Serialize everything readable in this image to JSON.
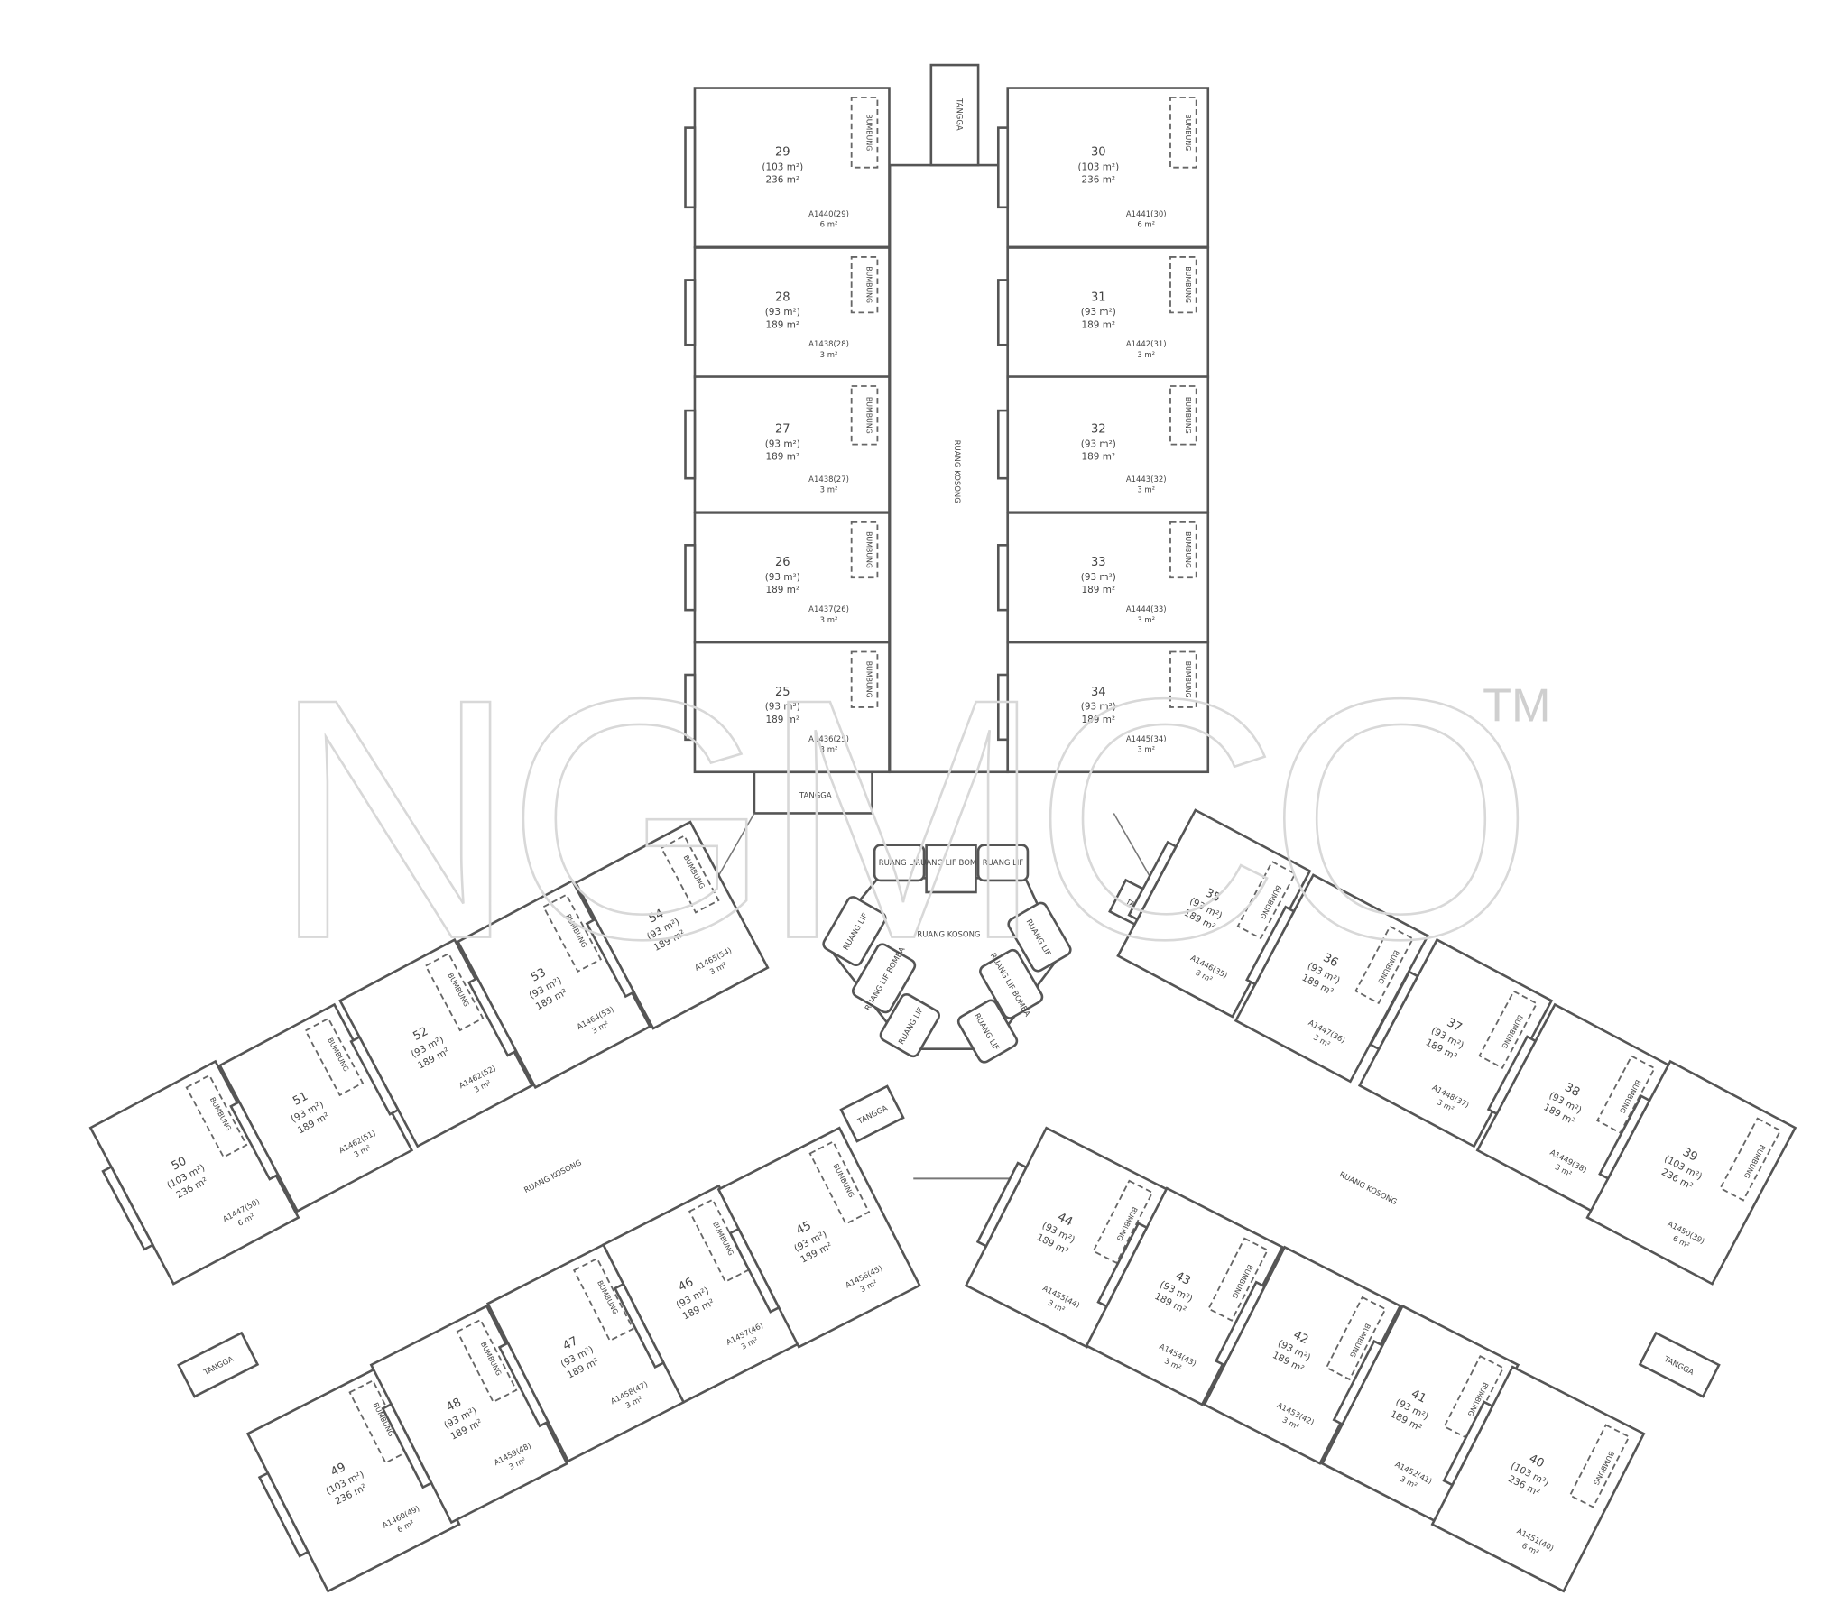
{
  "watermark": {
    "text": "NGMCO",
    "tm": "TM"
  },
  "labels": {
    "stair": "TANGGA",
    "corridor": "RUANG KOSONG",
    "lift": "RUANG LIF",
    "fire_lift": "RUANG LIF BOMBA",
    "roof": "BUMBUNG"
  },
  "groups": {
    "tower_left": [
      {
        "no": "29",
        "area": "(103 m²)",
        "sub": "236 m²",
        "acc": "A1440(29)",
        "acc_area": "6 m²"
      },
      {
        "no": "28",
        "area": "(93 m²)",
        "sub": "189 m²",
        "acc": "A1438(28)",
        "acc_area": "3 m²"
      },
      {
        "no": "27",
        "area": "(93 m²)",
        "sub": "189 m²",
        "acc": "A1438(27)",
        "acc_area": "3 m²"
      },
      {
        "no": "26",
        "area": "(93 m²)",
        "sub": "189 m²",
        "acc": "A1437(26)",
        "acc_area": "3 m²"
      },
      {
        "no": "25",
        "area": "(93 m²)",
        "sub": "189 m²",
        "acc": "A1436(25)",
        "acc_area": "3 m²"
      }
    ],
    "tower_right": [
      {
        "no": "30",
        "area": "(103 m²)",
        "sub": "236 m²",
        "acc": "A1441(30)",
        "acc_area": "6 m²"
      },
      {
        "no": "31",
        "area": "(93 m²)",
        "sub": "189 m²",
        "acc": "A1442(31)",
        "acc_area": "3 m²"
      },
      {
        "no": "32",
        "area": "(93 m²)",
        "sub": "189 m²",
        "acc": "A1443(32)",
        "acc_area": "3 m²"
      },
      {
        "no": "33",
        "area": "(93 m²)",
        "sub": "189 m²",
        "acc": "A1444(33)",
        "acc_area": "3 m²"
      },
      {
        "no": "34",
        "area": "(93 m²)",
        "sub": "189 m²",
        "acc": "A1445(34)",
        "acc_area": "3 m²"
      }
    ],
    "wing_left_upper": [
      {
        "no": "50",
        "area": "(103 m²)",
        "sub": "236 m²",
        "acc": "A1447(50)",
        "acc_area": "6 m²"
      },
      {
        "no": "51",
        "area": "(93 m²)",
        "sub": "189 m²",
        "acc": "A1462(51)",
        "acc_area": "3 m²"
      },
      {
        "no": "52",
        "area": "(93 m²)",
        "sub": "189 m²",
        "acc": "A1462(52)",
        "acc_area": "3 m²"
      },
      {
        "no": "53",
        "area": "(93 m²)",
        "sub": "189 m²",
        "acc": "A1464(53)",
        "acc_area": "3 m²"
      },
      {
        "no": "54",
        "area": "(93 m²)",
        "sub": "189 m²",
        "acc": "A1465(54)",
        "acc_area": "3 m²"
      }
    ],
    "wing_left_lower": [
      {
        "no": "49",
        "area": "(103 m²)",
        "sub": "236 m²",
        "acc": "A1460(49)",
        "acc_area": "6 m²"
      },
      {
        "no": "48",
        "area": "(93 m²)",
        "sub": "189 m²",
        "acc": "A1459(48)",
        "acc_area": "3 m²"
      },
      {
        "no": "47",
        "area": "(93 m²)",
        "sub": "189 m²",
        "acc": "A1458(47)",
        "acc_area": "3 m²"
      },
      {
        "no": "46",
        "area": "(93 m²)",
        "sub": "189 m²",
        "acc": "A1457(46)",
        "acc_area": "3 m²"
      },
      {
        "no": "45",
        "area": "(93 m²)",
        "sub": "189 m²",
        "acc": "A1456(45)",
        "acc_area": "3 m²"
      }
    ],
    "wing_right_upper": [
      {
        "no": "35",
        "area": "(93 m²)",
        "sub": "189 m²",
        "acc": "A1446(35)",
        "acc_area": "3 m²"
      },
      {
        "no": "36",
        "area": "(93 m²)",
        "sub": "189 m²",
        "acc": "A1447(36)",
        "acc_area": "3 m²"
      },
      {
        "no": "37",
        "area": "(93 m²)",
        "sub": "189 m²",
        "acc": "A1448(37)",
        "acc_area": "3 m²"
      },
      {
        "no": "38",
        "area": "(93 m²)",
        "sub": "189 m²",
        "acc": "A1449(38)",
        "acc_area": "3 m²"
      },
      {
        "no": "39",
        "area": "(103 m²)",
        "sub": "236 m²",
        "acc": "A1450(39)",
        "acc_area": "6 m²"
      }
    ],
    "wing_right_lower": [
      {
        "no": "44",
        "area": "(93 m²)",
        "sub": "189 m²",
        "acc": "A1455(44)",
        "acc_area": "3 m²"
      },
      {
        "no": "43",
        "area": "(93 m²)",
        "sub": "189 m²",
        "acc": "A1454(43)",
        "acc_area": "3 m²"
      },
      {
        "no": "42",
        "area": "(93 m²)",
        "sub": "189 m²",
        "acc": "A1453(42)",
        "acc_area": "3 m²"
      },
      {
        "no": "41",
        "area": "(93 m²)",
        "sub": "189 m²",
        "acc": "A1452(41)",
        "acc_area": "3 m²"
      },
      {
        "no": "40",
        "area": "(103 m²)",
        "sub": "236 m²",
        "acc": "A1451(40)",
        "acc_area": "6 m²"
      }
    ]
  }
}
